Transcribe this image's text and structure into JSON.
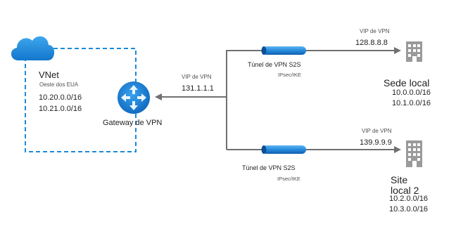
{
  "vnet": {
    "title": "VNet",
    "region": "Oeste dos EUA",
    "prefixes": [
      "10.20.0.0/16",
      "10.21.0.0/16"
    ]
  },
  "gateway": {
    "label": "Gateway de VPN",
    "vip_label": "VIP de VPN",
    "vip_address": "131.1.1.1"
  },
  "tunnels": [
    {
      "label": "Túnel de VPN S2S",
      "protocol": "IPsec/IKE"
    },
    {
      "label": "Túnel de VPN S2S",
      "protocol": "IPsec/IKE"
    }
  ],
  "sites": [
    {
      "vip_label": "VIP de VPN",
      "vip_address": "128.8.8.8",
      "name_line1": "Sede local",
      "name_line2": "",
      "prefixes": [
        "10.0.0.0/16",
        "10.1.0.0/16"
      ]
    },
    {
      "vip_label": "VIP de VPN",
      "vip_address": "139.9.9.9",
      "name_line1": "Site",
      "name_line2": "local 2",
      "prefixes": [
        "10.2.0.0/16",
        "10.3.0.0/16"
      ]
    }
  ],
  "colors": {
    "azure_blue": "#1b8ad8",
    "line_gray": "#707070",
    "building_gray": "#9a9a9a"
  }
}
